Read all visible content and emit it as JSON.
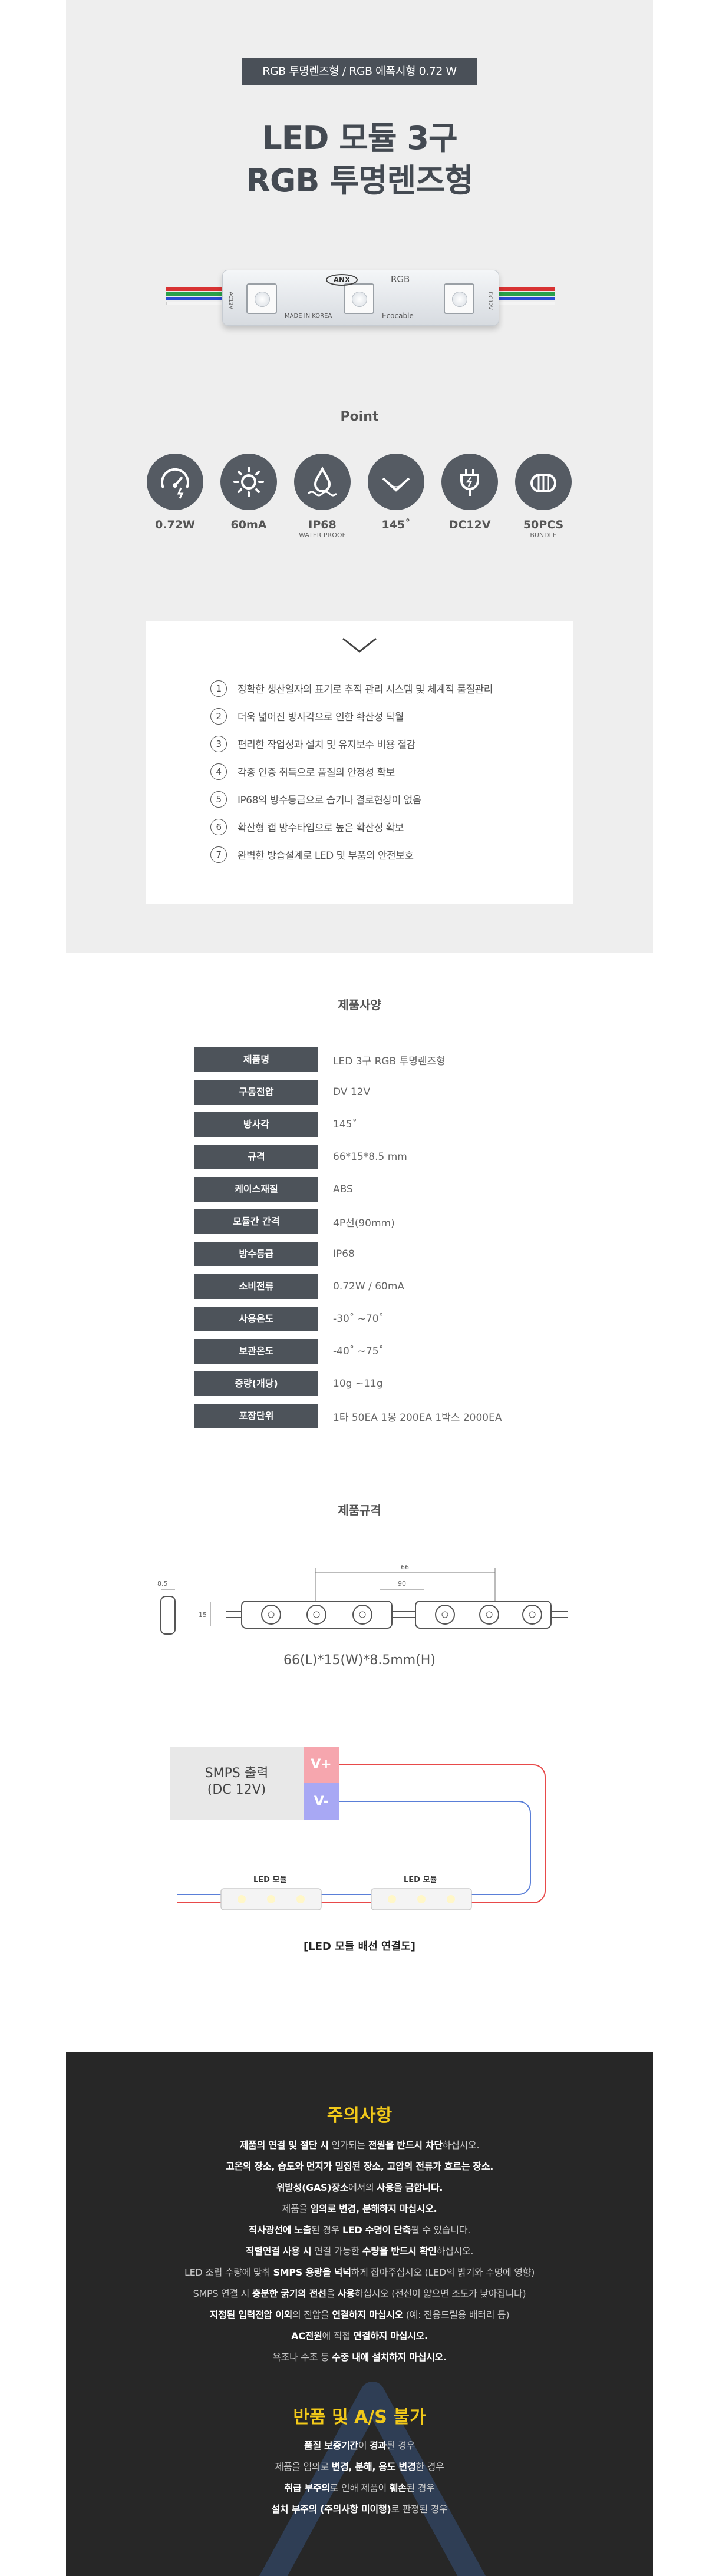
{
  "hero": {
    "badge": "RGB 투명렌즈형 / RGB 에폭시형 0.72 W",
    "title_line1": "LED 모듈 3구",
    "title_line2": "RGB 투명렌즈형",
    "module": {
      "logo": "ANX",
      "label": "RGB",
      "made_in": "MADE IN KOREA",
      "brand": "Ecocable",
      "left_mark": "AC12V",
      "right_mark": "DC12V"
    }
  },
  "point": {
    "title": "Point",
    "items": [
      {
        "label": "0.72W",
        "sub": "",
        "icon": "gauge-icon"
      },
      {
        "label": "60mA",
        "sub": "",
        "icon": "sun-icon"
      },
      {
        "label": "IP68",
        "sub": "WATER PROOF",
        "icon": "water-drop-icon"
      },
      {
        "label": "145˚",
        "sub": "",
        "icon": "angle-icon"
      },
      {
        "label": "DC12V",
        "sub": "",
        "icon": "plug-icon"
      },
      {
        "label": "50PCS",
        "sub": "BUNDLE",
        "icon": "bundle-icon"
      }
    ]
  },
  "features": [
    {
      "num": "1",
      "text": "정확한 생산일자의 표기로 추적 관리 시스템 및 체계적 품질관리"
    },
    {
      "num": "2",
      "text": "더욱 넓어진 방사각으로 인한 확산성 탁월"
    },
    {
      "num": "3",
      "text": "편리한 작업성과 설치 및 유지보수 비용 절감"
    },
    {
      "num": "4",
      "text": "각종 인증 취득으로 품질의 안정성 확보"
    },
    {
      "num": "5",
      "text": "IP68의 방수등급으로 습기나 결로현상이 없음"
    },
    {
      "num": "6",
      "text": "확산형 캡 방수타입으로 높은 확산성 확보"
    },
    {
      "num": "7",
      "text": "완벽한 방습설계로 LED 및 부품의 안전보호"
    }
  ],
  "spec": {
    "title": "제품사양",
    "rows": [
      {
        "key": "제품명",
        "value": "LED 3구 RGB 투명렌즈형"
      },
      {
        "key": "구동전압",
        "value": "DV 12V"
      },
      {
        "key": "방사각",
        "value": "145˚"
      },
      {
        "key": "규격",
        "value": "66*15*8.5 mm"
      },
      {
        "key": "케이스재질",
        "value": "ABS"
      },
      {
        "key": "모듈간 간격",
        "value": "4P선(90mm)"
      },
      {
        "key": "방수등급",
        "value": "IP68"
      },
      {
        "key": "소비전류",
        "value": "0.72W / 60mA"
      },
      {
        "key": "사용온도",
        "value": "-30˚ ~70˚"
      },
      {
        "key": "보관온도",
        "value": "-40˚ ~75˚"
      },
      {
        "key": "중량(개당)",
        "value": "10g ~11g"
      },
      {
        "key": "포장단위",
        "value": "1타 50EA   1봉 200EA   1박스 2000EA"
      }
    ]
  },
  "dimension": {
    "title": "제품규격",
    "caption": "66(L)*15(W)*8.5mm(H)",
    "labels": {
      "height": "8.5",
      "width": "15",
      "length": "66",
      "pitch": "90"
    }
  },
  "wiring": {
    "smps_line1": "SMPS 출력",
    "smps_line2": "(DC 12V)",
    "vplus": "V+",
    "vminus": "V-",
    "module_label_1": "LED 모듈",
    "module_label_2": "LED 모듈",
    "caption": "[LED 모듈 배선 연결도]",
    "colors": {
      "positive": "#e84a4a",
      "negative": "#5a7fd8"
    }
  },
  "caution": {
    "title": "주의사항",
    "lines": [
      "<b>제품의 연결 및 절단 시</b> 인가되는 <b>전원을 반드시 차단</b>하십시오.",
      "<b>고온의 장소, 습도와 먼지가 밀집된 장소, 고압의 전류가 흐르는 장소.</b>",
      "<b>위발성(GAS)장소</b>에서의 <b>사용을 금합니다.</b>",
      "제품을 <b>임의로 변경, 분해하지 마십시오.</b>",
      "<b>직사광선에 노출</b>된 경우 <b>LED 수명이 단축</b>될 수 있습니다.",
      "<b>직렬연결 사용 시</b> 연결 가능한 <b>수량을 반드시 확인</b>하십시오.",
      "LED 조립 수량에 맞춰 <b>SMPS 용량을 넉넉</b>하게 잡아주십시오 (LED의 밝기와 수명에 영향)",
      "SMPS 연결 시 <b>충분한 굵기의 전선</b>을 <b>사용</b>하십시오 (전선이 얇으면 조도가 낮아집니다)",
      "<b>지정된 입력전압 이외</b>의 전압을 <b>연결하지 마십시오</b> (예: 전용드릴용 배터리 등)",
      "<b>AC전원</b>에 직접 <b>연결하지 마십시오.</b>",
      "욕조나 수조 등 <b>수중 내에 설치하지 마십시오.</b>"
    ],
    "return_title": "반품 및 A/S 불가",
    "return_lines": [
      "<b>품질 보증기간</b>이 <b>경과</b>된 경우",
      "제품을 임의로 <b>변경, 분해, 용도 변경</b>한 경우",
      "<b>취급 부주의</b>로 인해 제품이 <b>훼손</b>된 경우",
      "<b>설치 부주의 (주의사항 미이행)</b>로 판정된 경우"
    ]
  }
}
